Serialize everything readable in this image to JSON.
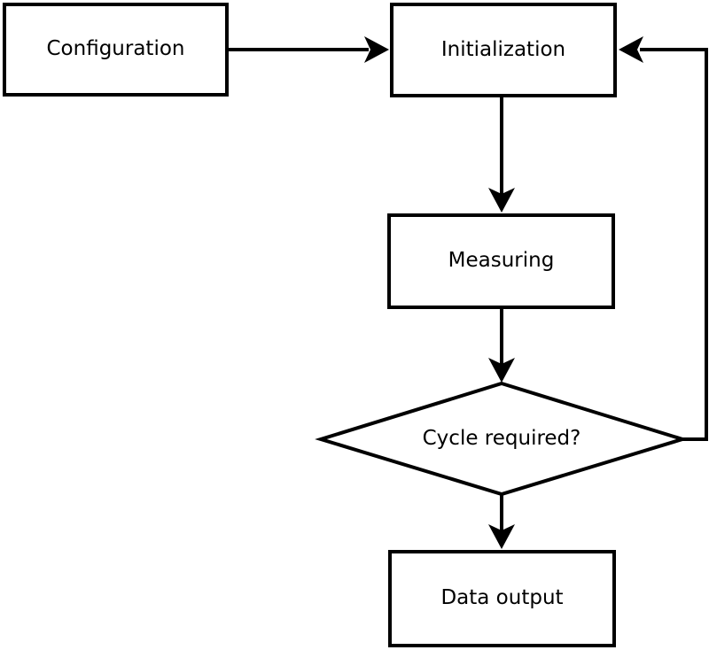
{
  "diagram": {
    "type": "flowchart",
    "background_color": "#ffffff",
    "stroke_color": "#000000",
    "nodes": [
      {
        "id": "configuration",
        "shape": "rectangle",
        "label": "Configuration"
      },
      {
        "id": "initialization",
        "shape": "rectangle",
        "label": "Initialization"
      },
      {
        "id": "measuring",
        "shape": "rectangle",
        "label": "Measuring"
      },
      {
        "id": "cycle_required",
        "shape": "diamond",
        "label": "Cycle required?"
      },
      {
        "id": "data_output",
        "shape": "rectangle",
        "label": "Data output"
      }
    ],
    "edges": [
      {
        "from": "configuration",
        "to": "initialization",
        "route": "horizontal"
      },
      {
        "from": "initialization",
        "to": "measuring",
        "route": "vertical"
      },
      {
        "from": "measuring",
        "to": "cycle_required",
        "route": "vertical"
      },
      {
        "from": "cycle_required",
        "to": "data_output",
        "route": "vertical"
      },
      {
        "from": "cycle_required",
        "to": "initialization",
        "route": "right-side-loop"
      }
    ]
  }
}
